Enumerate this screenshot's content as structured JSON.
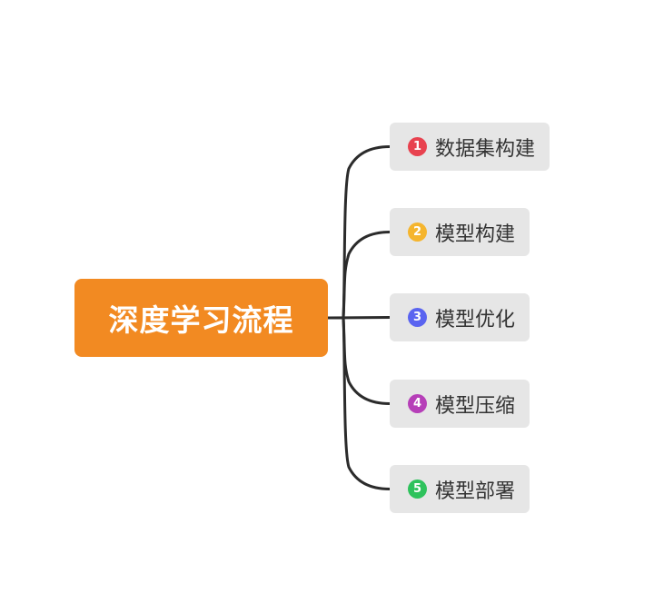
{
  "colors": {
    "root_fill": "#f28a22",
    "branch_fill": "#e6e6e6",
    "connector": "#2b2b2b"
  },
  "root": {
    "label": "深度学习流程"
  },
  "branches": [
    {
      "marker": "1",
      "label": "数据集构建",
      "marker_color": "#e8424f"
    },
    {
      "marker": "2",
      "label": "模型构建",
      "marker_color": "#f5b52e"
    },
    {
      "marker": "3",
      "label": "模型优化",
      "marker_color": "#5a64f0"
    },
    {
      "marker": "4",
      "label": "模型压缩",
      "marker_color": "#b63fb8"
    },
    {
      "marker": "5",
      "label": "模型部署",
      "marker_color": "#2ec25c"
    }
  ]
}
